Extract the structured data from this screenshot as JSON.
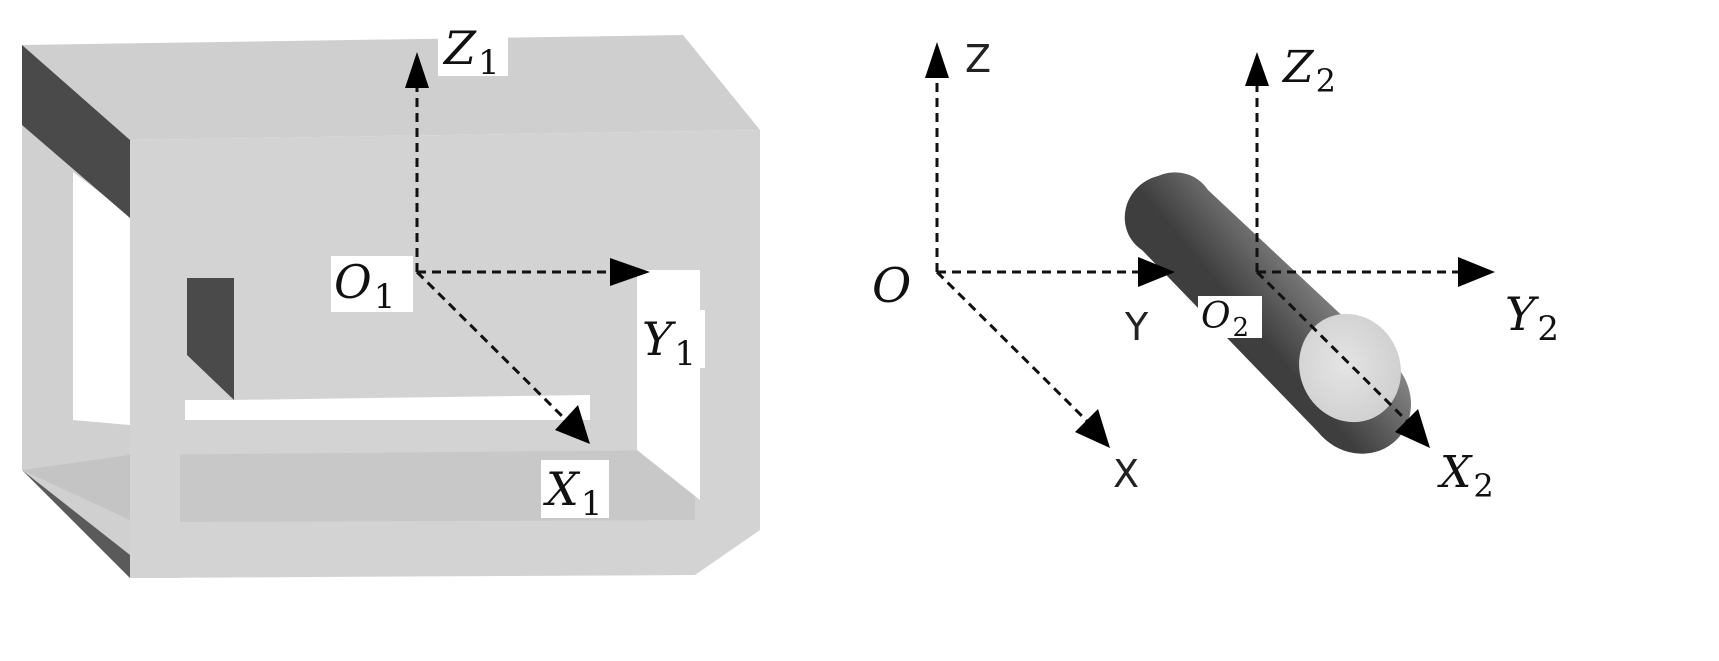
{
  "left_frame": {
    "origin": {
      "main": "O",
      "sub": "1"
    },
    "axis_z": {
      "main": "Z",
      "sub": "1"
    },
    "axis_y": {
      "main": "Y",
      "sub": "1"
    },
    "axis_x": {
      "main": "X",
      "sub": "1"
    }
  },
  "world_frame": {
    "origin": "O",
    "axis_z": "Z",
    "axis_y": "Y",
    "axis_x": "X"
  },
  "cylinder_frame": {
    "origin": {
      "main": "O",
      "sub": "2"
    },
    "axis_z": {
      "main": "Z",
      "sub": "2"
    },
    "axis_y": {
      "main": "Y",
      "sub": "2"
    },
    "axis_x": {
      "main": "X",
      "sub": "2"
    }
  },
  "colors": {
    "frame_face": "#d4d4d4",
    "frame_shadow": "#4a4a4a",
    "cylinder_light": "#e2e2e2",
    "cylinder_dark": "#4f4f4f"
  }
}
